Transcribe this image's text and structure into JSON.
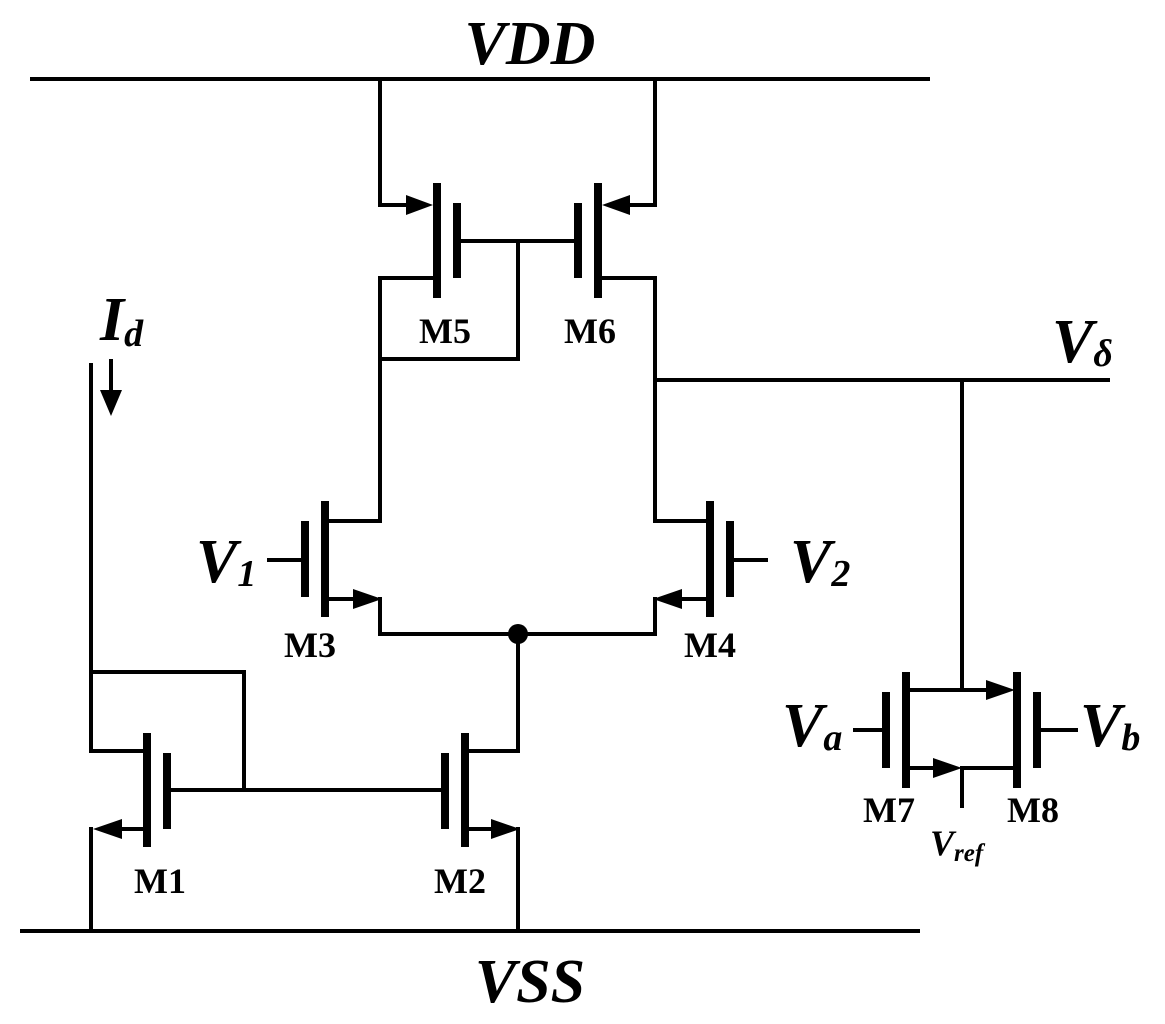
{
  "labels": {
    "vdd": "VDD",
    "vss": "VSS",
    "id_main": "I",
    "id_sub": "d",
    "vdelta_main": "V",
    "vdelta_sub": "δ",
    "v1_main": "V",
    "v1_sub": "1",
    "v2_main": "V",
    "v2_sub": "2",
    "va_main": "V",
    "va_sub": "a",
    "vb_main": "V",
    "vb_sub": "b",
    "vref_main": "V",
    "vref_sub": "ref"
  },
  "devices": {
    "m1": "M1",
    "m2": "M2",
    "m3": "M3",
    "m4": "M4",
    "m5": "M5",
    "m6": "M6",
    "m7": "M7",
    "m8": "M8"
  },
  "colors": {
    "ink": "#000000",
    "background": "#ffffff"
  }
}
